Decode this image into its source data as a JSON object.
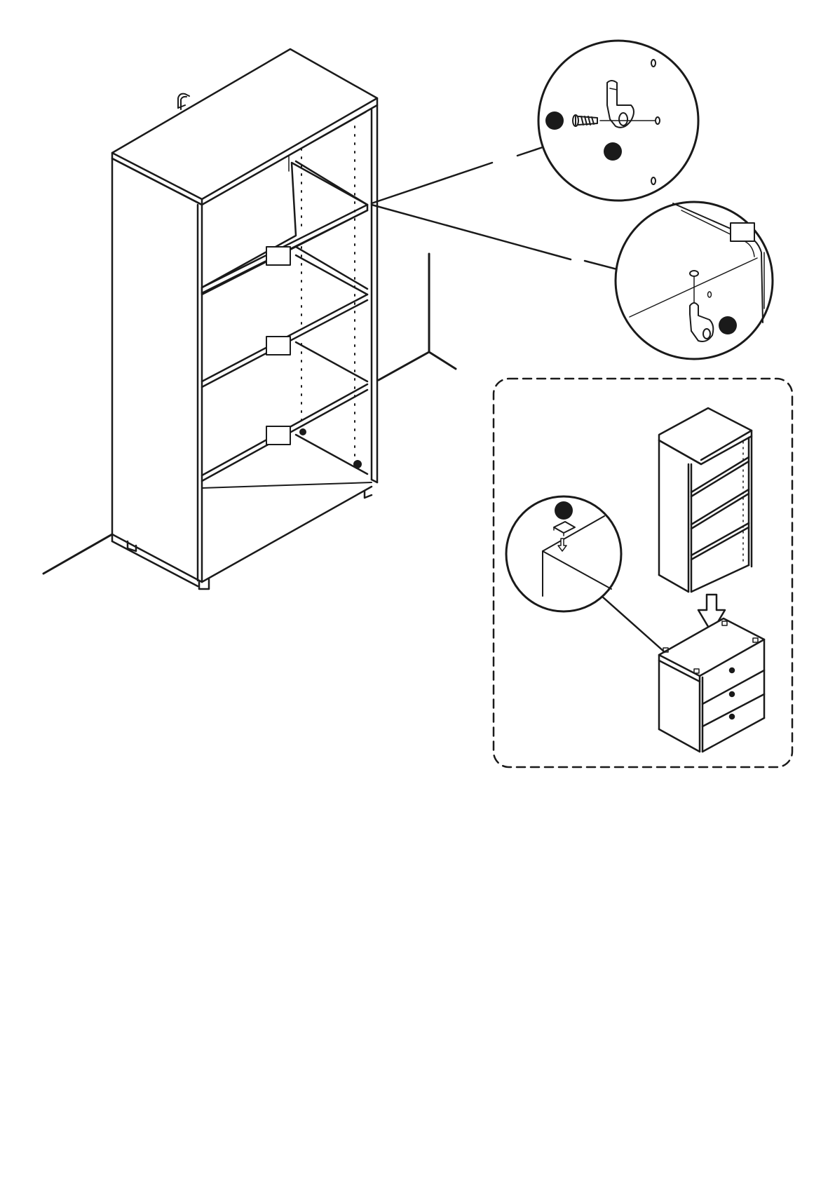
{
  "diagram": {
    "line_color": "#1a1a1a",
    "marker_color": "#1a1a1a",
    "background": "#ffffff",
    "parts": [
      {
        "id": "shelf-label-1"
      },
      {
        "id": "shelf-label-2"
      },
      {
        "id": "shelf-label-3"
      },
      {
        "id": "part-marker-screw"
      },
      {
        "id": "part-marker-support"
      },
      {
        "id": "part-marker-pin"
      },
      {
        "id": "part-marker-pad"
      }
    ]
  }
}
